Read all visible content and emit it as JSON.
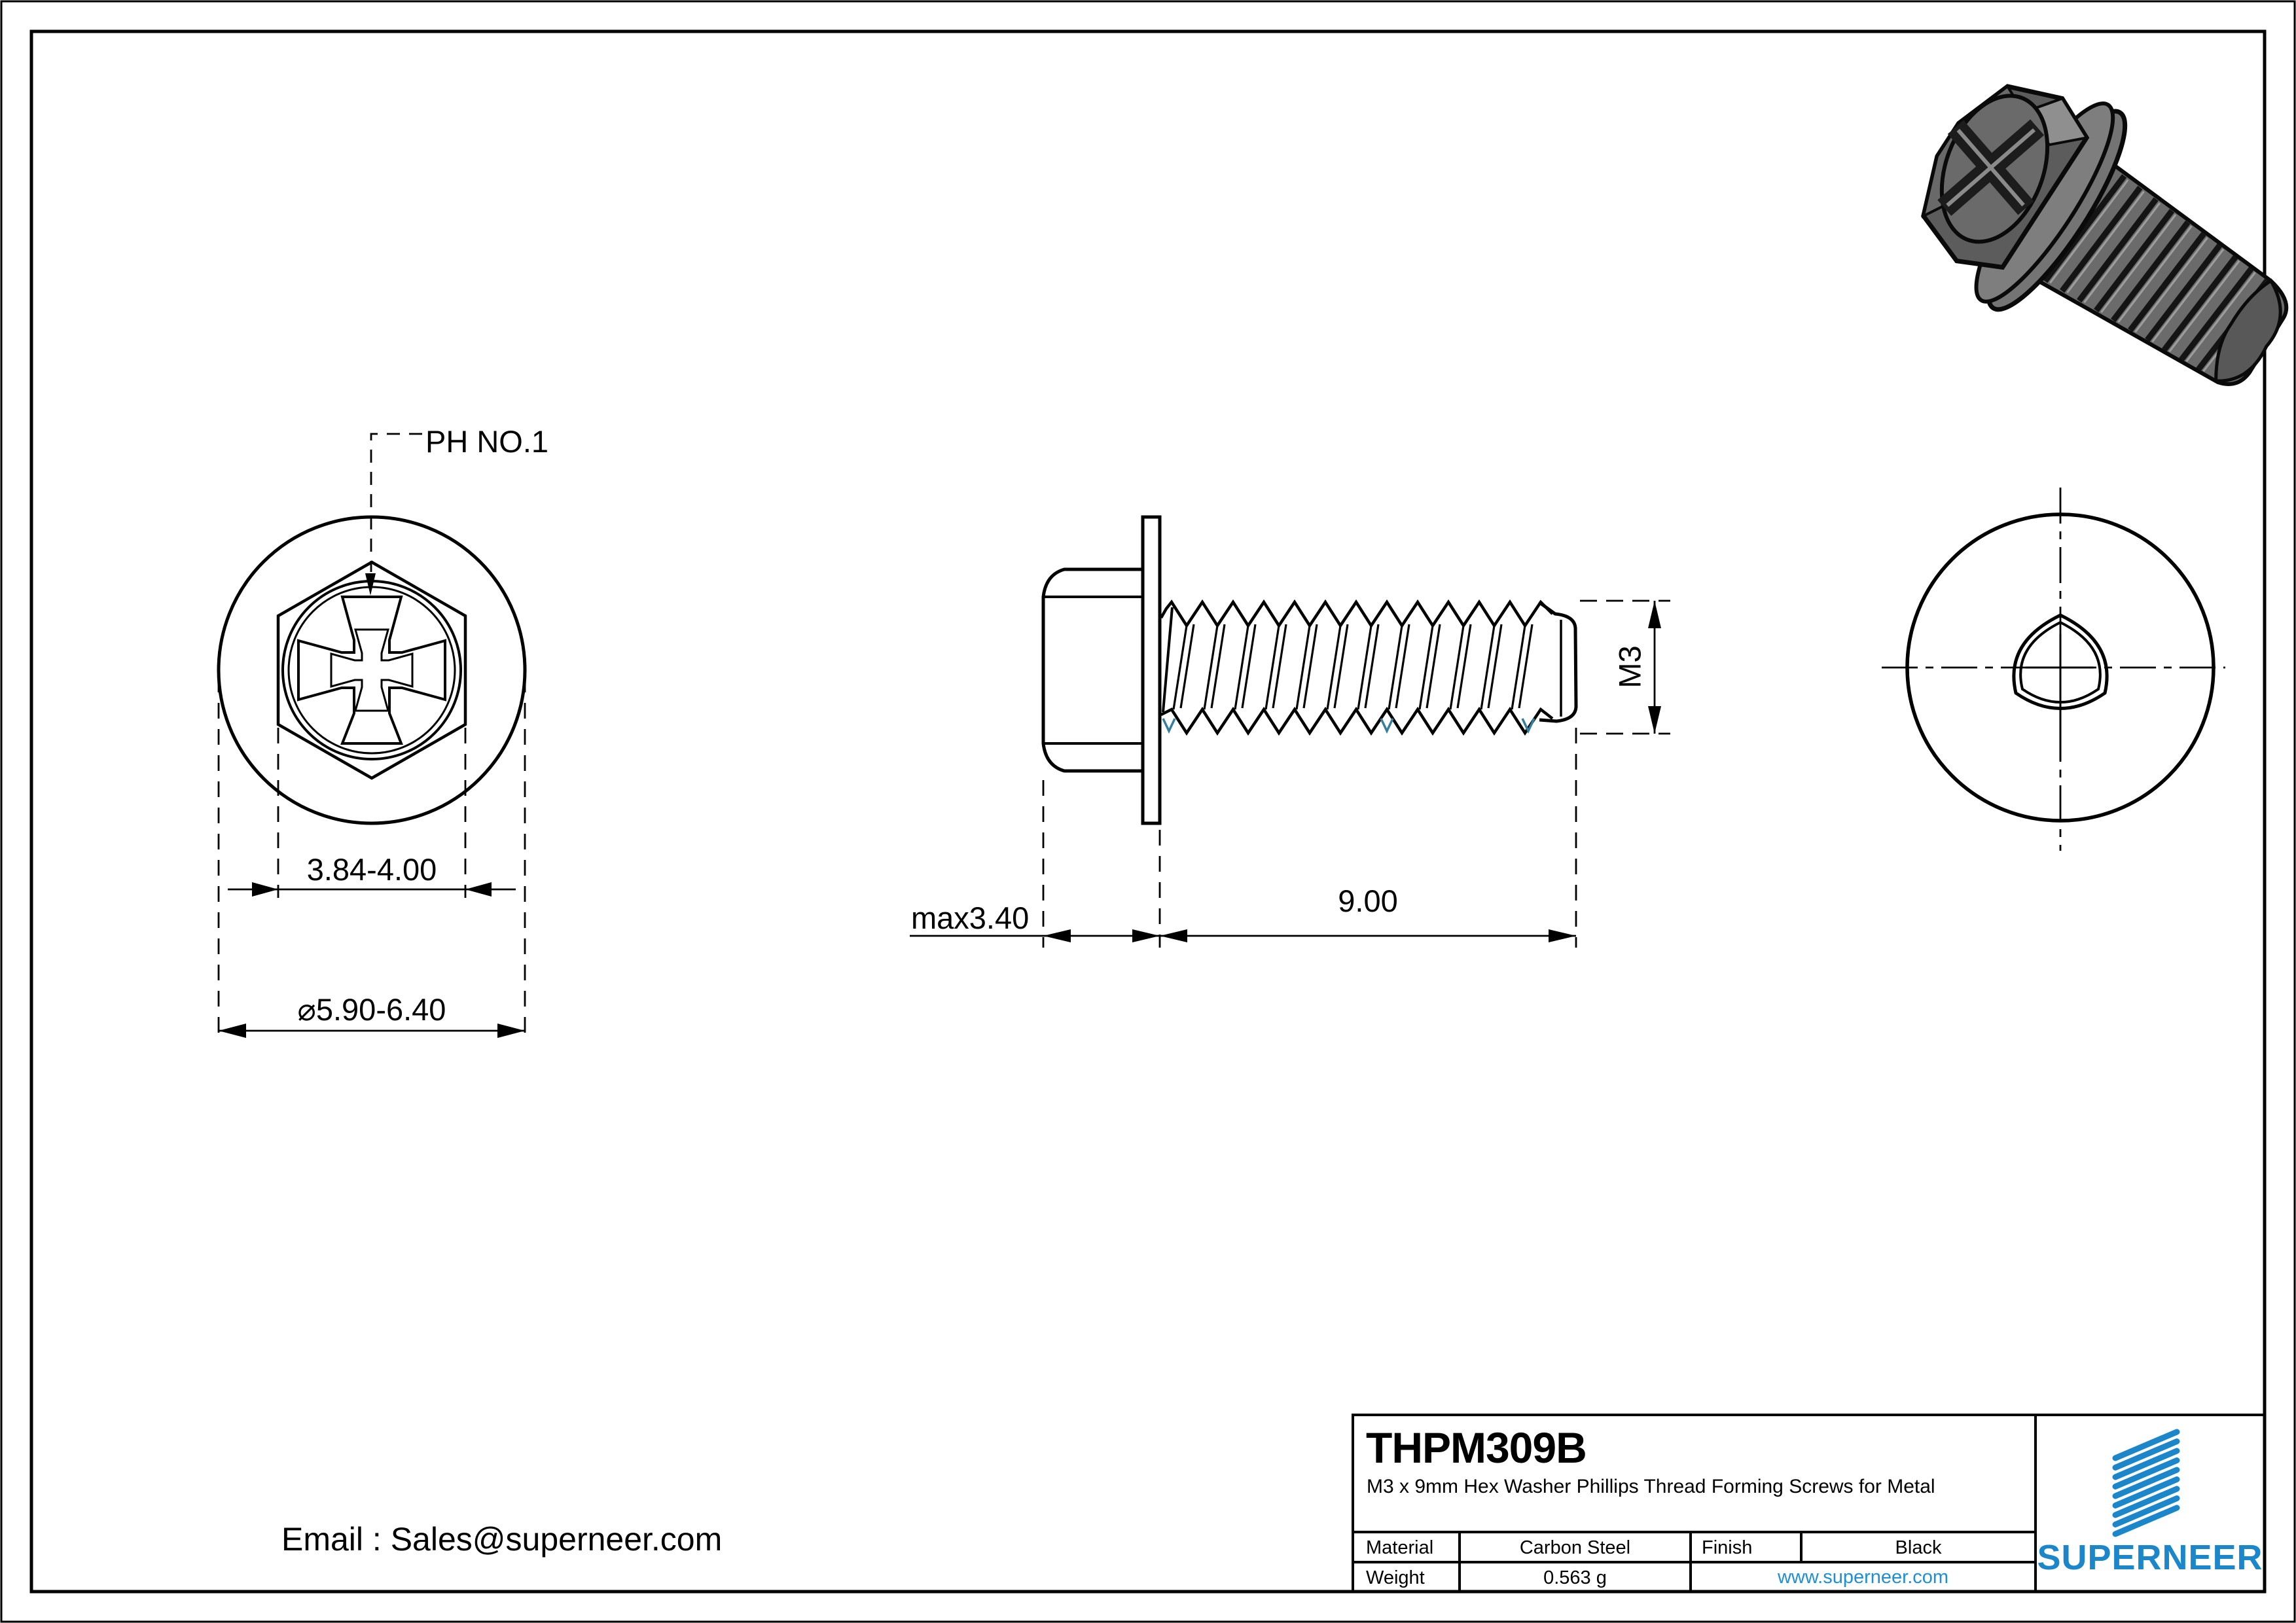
{
  "drawing": {
    "ph_label": "PH NO.1",
    "dim_hex_flats": "3.84-4.00",
    "dim_washer_dia": "⌀5.90-6.40",
    "dim_head_height": "max3.40",
    "dim_thread_length": "9.00",
    "dim_thread_size": "M3"
  },
  "footer": {
    "email": "Email : Sales@superneer.com"
  },
  "title_block": {
    "part_number": "THPM309B",
    "description": "M3 x 9mm Hex Washer Phillips Thread Forming Screws for Metal",
    "material_label": "Material",
    "material_value": "Carbon Steel",
    "finish_label": "Finish",
    "finish_value": "Black",
    "weight_label": "Weight",
    "weight_value": "0.563 g",
    "website": "www.superneer.com",
    "brand": "SUPERNEER"
  },
  "colors": {
    "accent_blue": "#1b87ca",
    "link_blue": "#1e8fd5",
    "thread_mark_blue": "#357f9e"
  }
}
